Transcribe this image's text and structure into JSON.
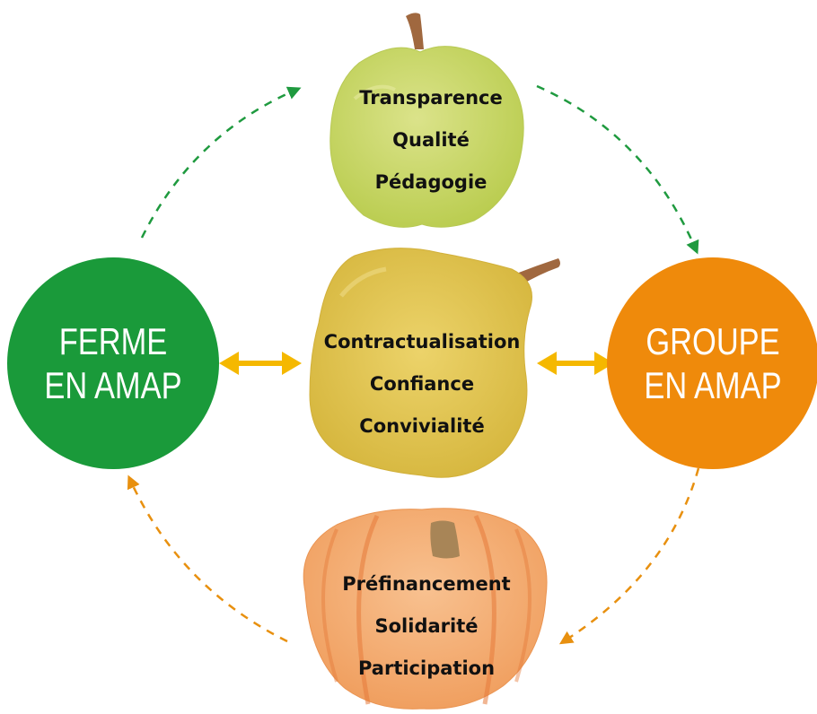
{
  "colors": {
    "ferme": "#1a9a3a",
    "groupe": "#ef8a0b",
    "apple": "#c6d65a",
    "pear": "#ddc13f",
    "pumpkin": "#f2a869",
    "double_arrow": "#f5b800",
    "green_arrow": "#1f9a3f",
    "orange_arrow": "#e8900f"
  },
  "nodes": {
    "ferme": {
      "line1": "FERME",
      "line2": "EN AMAP"
    },
    "groupe": {
      "line1": "GROUPE",
      "line2": "EN AMAP"
    }
  },
  "apple": {
    "icon": "apple-icon",
    "items": [
      "Transparence",
      "Qualité",
      "Pédagogie"
    ]
  },
  "pear": {
    "icon": "pear-icon",
    "items": [
      "Contractualisation",
      "Confiance",
      "Convivialité"
    ]
  },
  "pumpkin": {
    "icon": "pumpkin-icon",
    "items": [
      "Préfinancement",
      "Solidarité",
      "Participation"
    ]
  }
}
